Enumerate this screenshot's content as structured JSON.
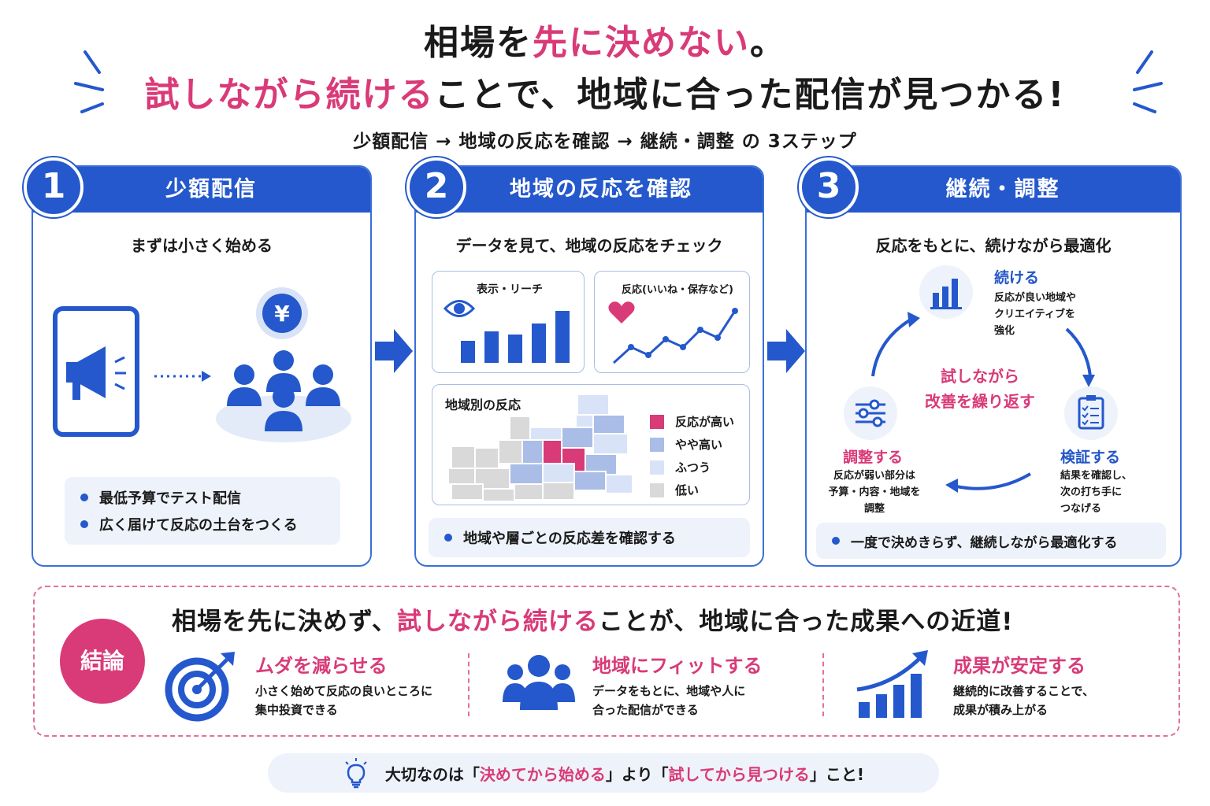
{
  "header": {
    "line1": {
      "part1": "相場を",
      "part2": "先に決めない",
      "part3": "。"
    },
    "line2": {
      "part1": "試しながら続ける",
      "part2": "ことで、地域に合った配信が見つかる!"
    },
    "subtitle": "少額配信 → 地域の反応を確認 → 継続・調整 の 3ステップ"
  },
  "steps": [
    {
      "number": "1",
      "title": "少額配信",
      "lead": "まずは小さく始める",
      "notes": [
        "最低予算でテスト配信",
        "広く届けて反応の土台をつくる"
      ]
    },
    {
      "number": "2",
      "title": "地域の反応を確認",
      "lead": "データを見て、地域の反応をチェック",
      "panels": {
        "reach": "表示・リーチ",
        "reaction": "反応(いいね・保存など)",
        "region": "地域別の反応"
      },
      "legend": [
        "反応が高い",
        "やや高い",
        "ふつう",
        "低い"
      ],
      "notes": [
        "地域や層ごとの反応差を確認する"
      ]
    },
    {
      "number": "3",
      "title": "継続・調整",
      "lead": "反応をもとに、続けながら最適化",
      "cycle_center": [
        "試しながら",
        "改善を繰り返す"
      ],
      "cycle": [
        {
          "title": "続ける",
          "desc": [
            "反応が良い地域や",
            "クリエイティブを",
            "強化"
          ]
        },
        {
          "title": "検証する",
          "desc": [
            "結果を確認し、",
            "次の打ち手に",
            "つなげる"
          ]
        },
        {
          "title": "調整する",
          "desc": [
            "反応が弱い部分は",
            "予算・内容・地域を",
            "調整"
          ]
        }
      ],
      "notes": [
        "一度で決めきらず、継続しながら最適化する"
      ]
    }
  ],
  "conclusion": {
    "badge": "結論",
    "headline": {
      "part1": "相場を先に決めず、",
      "part2": "試しながら続ける",
      "part3": "ことが、地域に合った成果への近道!"
    },
    "points": [
      {
        "title": "ムダを減らせる",
        "desc": [
          "小さく始めて反応の良いところに",
          "集中投資できる"
        ]
      },
      {
        "title": "地域にフィットする",
        "desc": [
          "データをもとに、地域や人に",
          "合った配信ができる"
        ]
      },
      {
        "title": "成果が安定する",
        "desc": [
          "継続的に改善することで、",
          "成果が積み上がる"
        ]
      }
    ]
  },
  "footer": {
    "part1": "大切なのは「",
    "part2": "決めてから始める",
    "part3": "」より「",
    "part4": "試してから見つける",
    "part5": "」こと!"
  },
  "colors": {
    "blue": "#2458cc",
    "pink": "#d93a78",
    "light_blue": "#eef2fb"
  },
  "icons": [
    "megaphone-icon",
    "yen-icon",
    "people-icon",
    "eye-icon",
    "heart-icon",
    "bar-chart-icon",
    "checklist-icon",
    "sliders-icon",
    "target-icon",
    "group-icon",
    "growth-chart-icon",
    "lightbulb-icon"
  ]
}
